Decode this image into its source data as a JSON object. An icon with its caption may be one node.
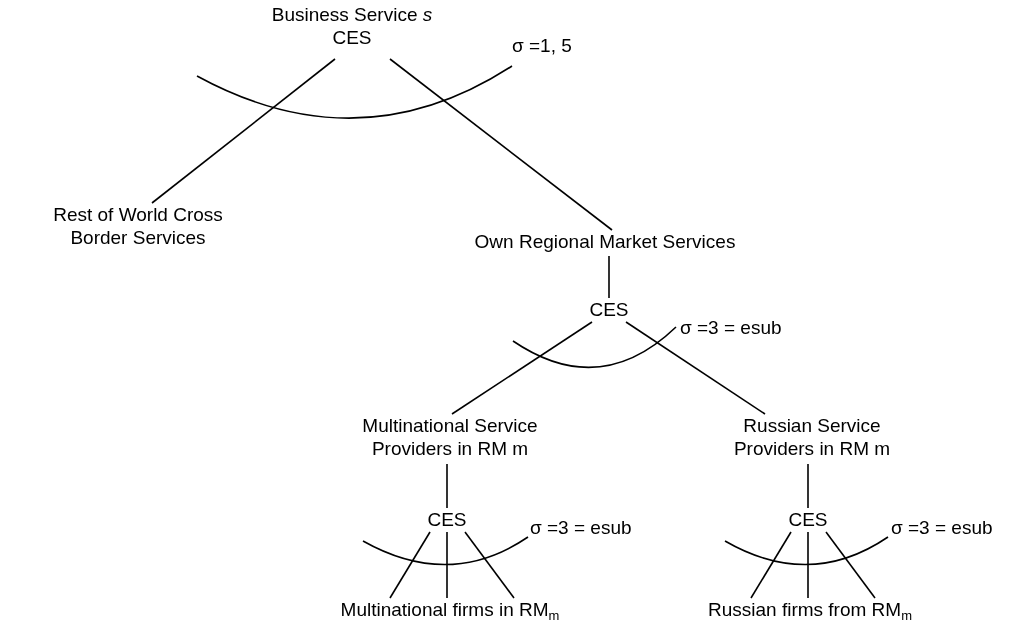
{
  "diagram": {
    "nodes": [
      {
        "text": [
          "Business Service *s*",
          "CES"
        ]
      },
      {
        "text": [
          "Rest of World Cross Border Services"
        ]
      },
      {
        "text": [
          "Own Regional Market Services"
        ]
      },
      {
        "text": [
          "CES"
        ]
      },
      {
        "text": [
          "Multinational Service Providers in RM m"
        ]
      },
      {
        "text": [
          "Russian Service Providers in RM m"
        ]
      },
      {
        "text": [
          "CES"
        ]
      },
      {
        "text": [
          "CES"
        ]
      },
      {
        "text": [
          "Multinational firms in RM$_{m}$"
        ]
      },
      {
        "text": [
          "Russian firms from RM$_{m}$"
        ]
      }
    ],
    "edges": [
      {
        "from": 0,
        "to": 1,
        "arrow": "none"
      },
      {
        "from": 0,
        "to": 2,
        "arrow": "none"
      },
      {
        "from": 2,
        "to": 3,
        "arrow": "none"
      },
      {
        "from": 3,
        "to": 4,
        "arrow": "none"
      },
      {
        "from": 3,
        "to": 5,
        "arrow": "none"
      },
      {
        "from": 4,
        "to": 6,
        "arrow": "none"
      },
      {
        "from": 5,
        "to": 7,
        "arrow": "none"
      },
      {
        "from": 6,
        "to": 8,
        "arrow": "none"
      },
      {
        "from": 6,
        "to": 8,
        "arrow": "none"
      },
      {
        "from": 6,
        "to": 8,
        "arrow": "none"
      },
      {
        "from": 7,
        "to": 9,
        "arrow": "none"
      },
      {
        "from": 7,
        "to": 9,
        "arrow": "none"
      },
      {
        "from": 7,
        "to": 9,
        "arrow": "none"
      }
    ],
    "labels": [
      "σ =1, 5",
      "σ =3 = esub",
      "σ =3 = esub",
      "σ =3 = esub"
    ]
  }
}
